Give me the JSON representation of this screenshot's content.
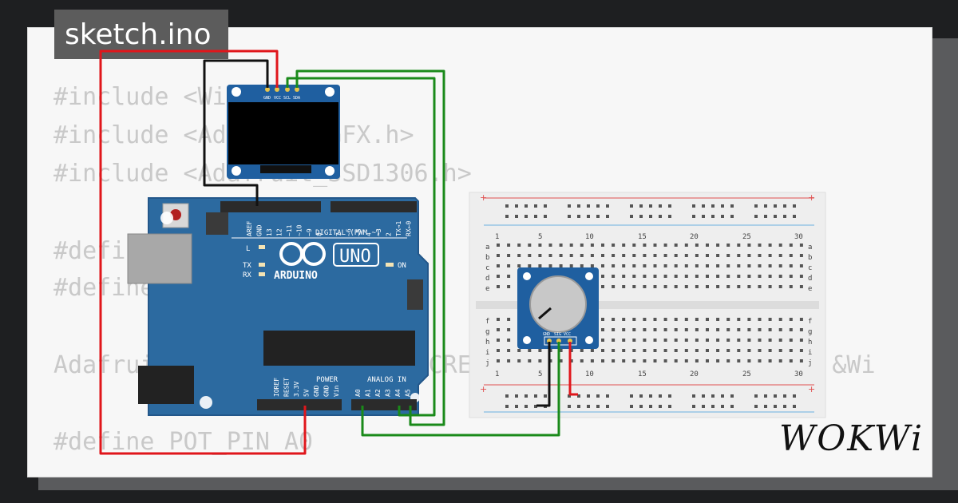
{
  "tab": {
    "label": "sketch.ino"
  },
  "code": {
    "lines": [
      "#include <Wire.h>",
      "#include <Adafruit_GFX.h>",
      "#include <Adafruit_SSD1306.h>",
      "",
      "#define SCREEN_WIDTH 128",
      "#define SCREEN_HEIGHT 64",
      "",
      "Adafruit_SSD1306 display(SCREEN_WIDTH, SCREEN_HEIGHT, &Wi",
      "",
      "#define POT_PIN A0"
    ]
  },
  "arduino": {
    "brand": "ARDUINO",
    "model": "UNO",
    "digital_label": "DIGITAL (PWM ~)",
    "analog_label": "ANALOG IN",
    "power_label": "POWER",
    "led_l": "L",
    "led_tx": "TX",
    "led_rx": "RX",
    "led_on": "ON",
    "digital_pins": [
      "AREF",
      "GND",
      "13",
      "12",
      "~11",
      "~10",
      "~9",
      "8",
      "7",
      "~6",
      "~5",
      "4",
      "~3",
      "2",
      "TX→1",
      "RX←0"
    ],
    "power_pins": [
      "IOREF",
      "RESET",
      "3.3V",
      "5V",
      "GND",
      "GND",
      "Vin"
    ],
    "analog_pins": [
      "A0",
      "A1",
      "A2",
      "A3",
      "A4",
      "A5"
    ]
  },
  "oled": {
    "pins": [
      "GND",
      "VCC",
      "SCL",
      "SDA"
    ]
  },
  "potentiometer": {
    "pins": [
      "GND",
      "SIG",
      "VCC"
    ]
  },
  "breadboard": {
    "columns": [
      "1",
      "5",
      "10",
      "15",
      "20",
      "25",
      "30"
    ],
    "rows_top": [
      "a",
      "b",
      "c",
      "d",
      "e"
    ],
    "rows_bottom": [
      "f",
      "g",
      "h",
      "i",
      "j"
    ]
  },
  "colors": {
    "wire_red": "#e0161b",
    "wire_black": "#111111",
    "wire_green": "#1a8a1a",
    "board_blue": "#2c6aa0"
  },
  "logo": {
    "text": "WOKWi"
  }
}
